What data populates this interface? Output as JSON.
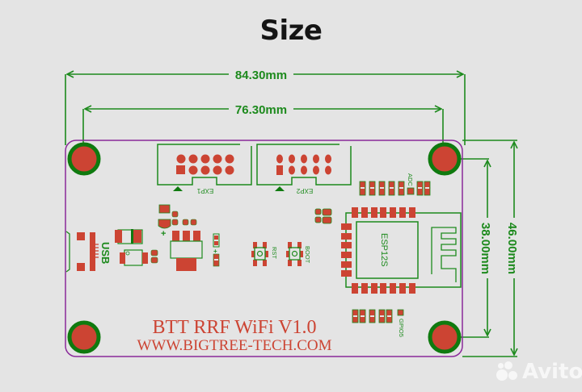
{
  "title": "Size",
  "dimensions": {
    "overall_width": "84.30mm",
    "hole_spacing_x": "76.30mm",
    "hole_spacing_y": "38.00mm",
    "overall_height": "46.00mm"
  },
  "board": {
    "name_line1": "BTT RRF WiFi V1.0",
    "name_line2": "WWW.BIGTREE-TECH.COM",
    "connectors": [
      "EXP1",
      "EXP2"
    ],
    "module_label": "ESP12S",
    "labels": {
      "usb": "USB",
      "rst": "RST",
      "boot": "BOOT",
      "adc": "ADC",
      "gpio5": "GPIO5",
      "plus": "+"
    }
  },
  "colors": {
    "dimension": "#1d8a1d",
    "pad": "#cc4433",
    "outline": "#8a2a9a",
    "silk": "#1d8a1d",
    "background": "#e4e4e4"
  },
  "watermark": "Avito"
}
